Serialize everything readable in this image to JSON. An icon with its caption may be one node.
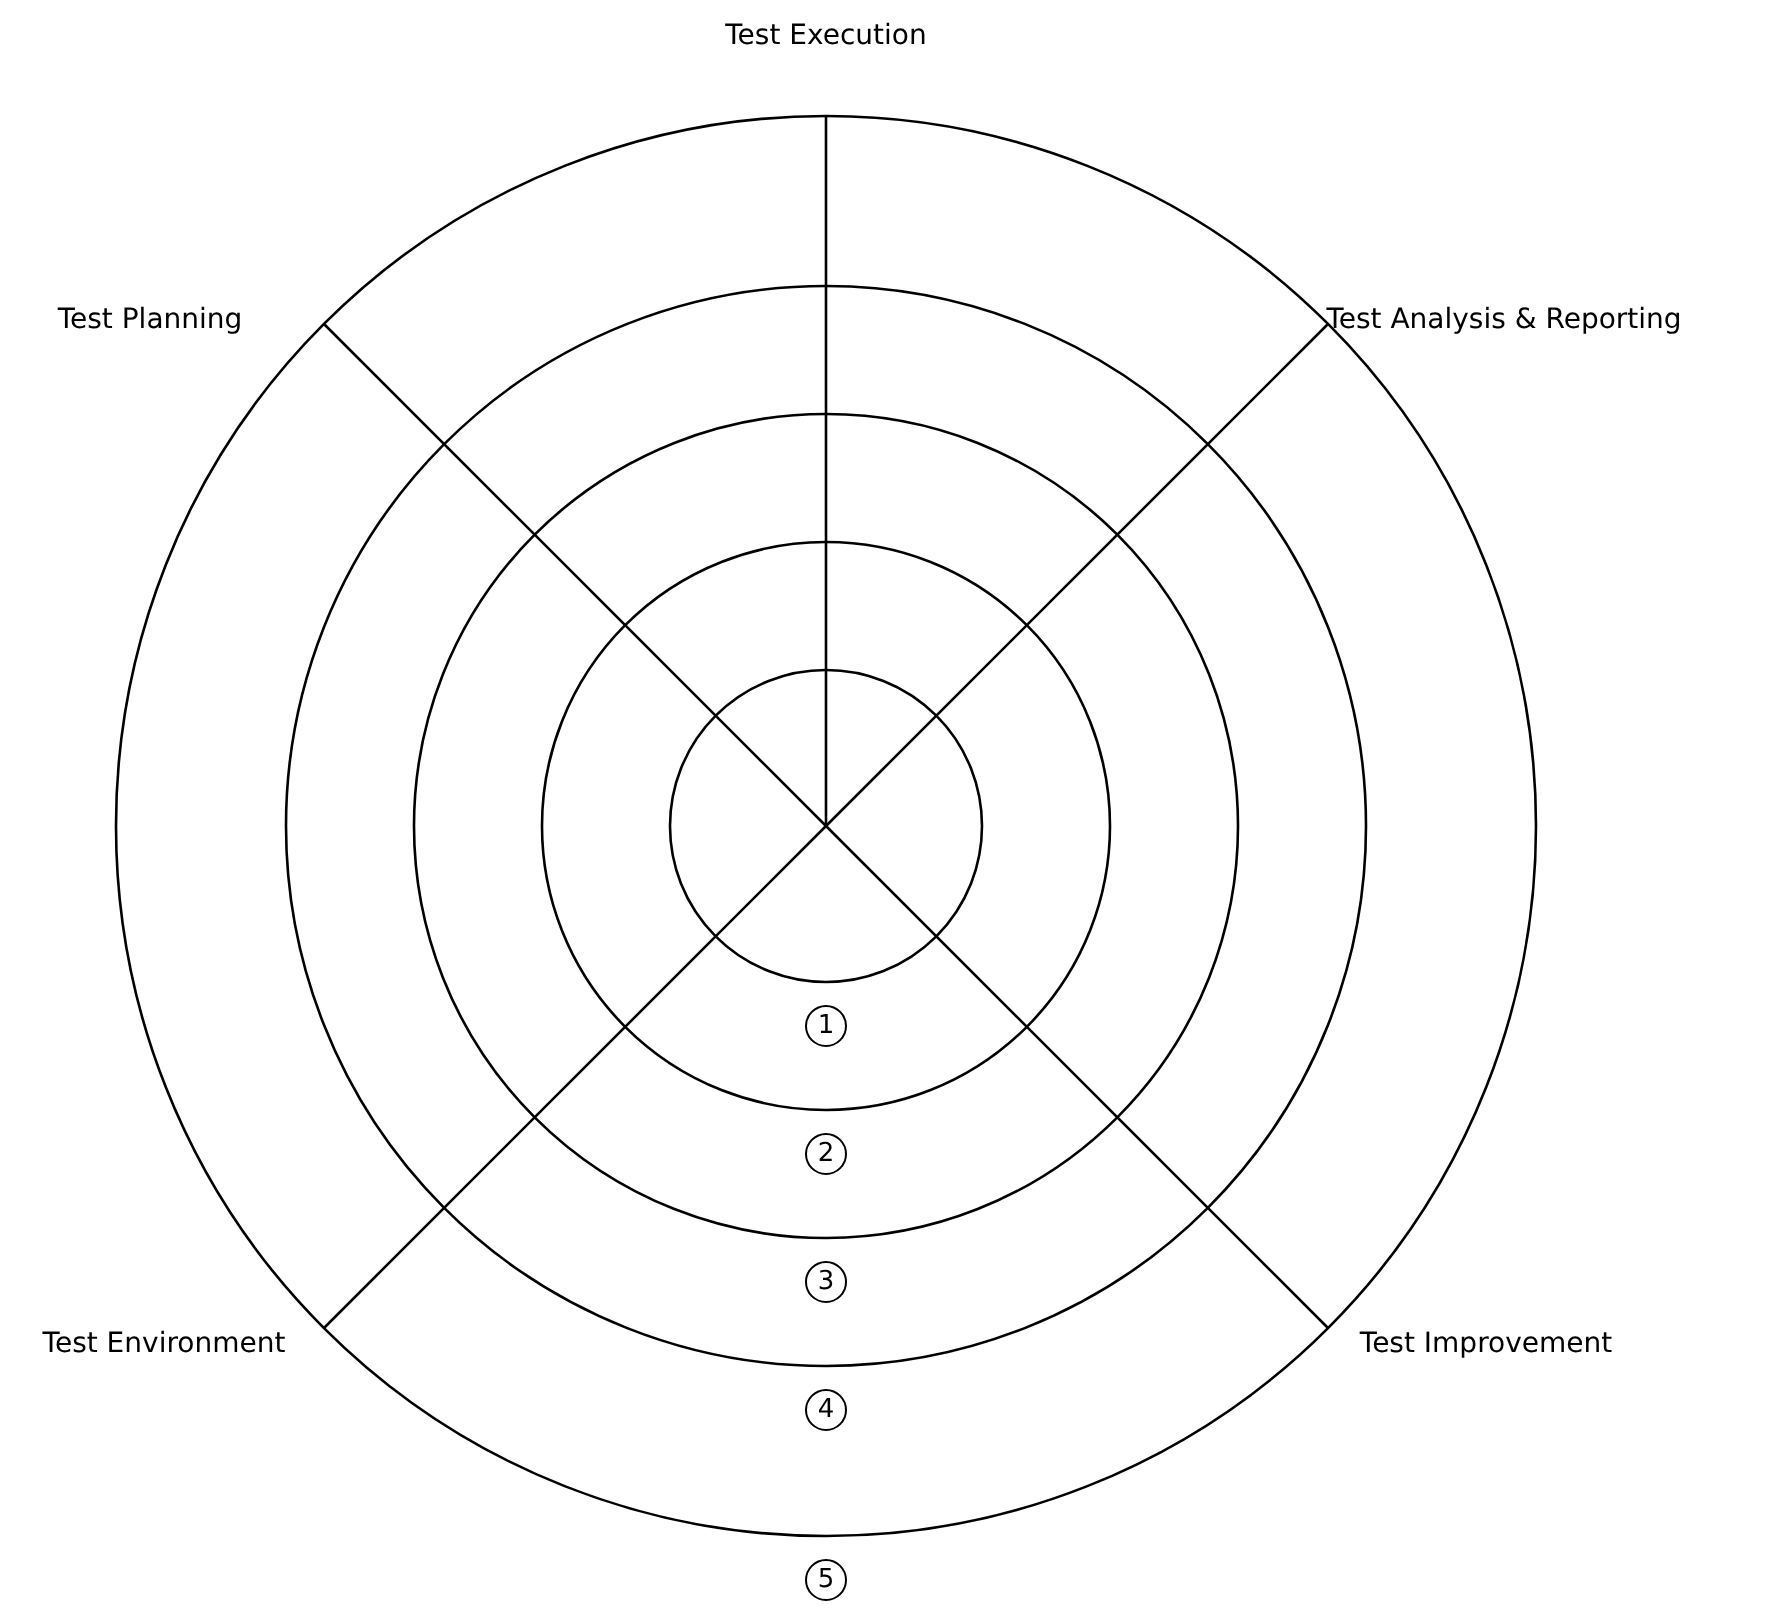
{
  "diagram": {
    "labels": [
      "Test Execution",
      "Test Planning",
      "Test Analysis & Reporting",
      "1",
      "2",
      "3",
      "Test Environment",
      "Test Improvement",
      "4",
      "5"
    ]
  }
}
